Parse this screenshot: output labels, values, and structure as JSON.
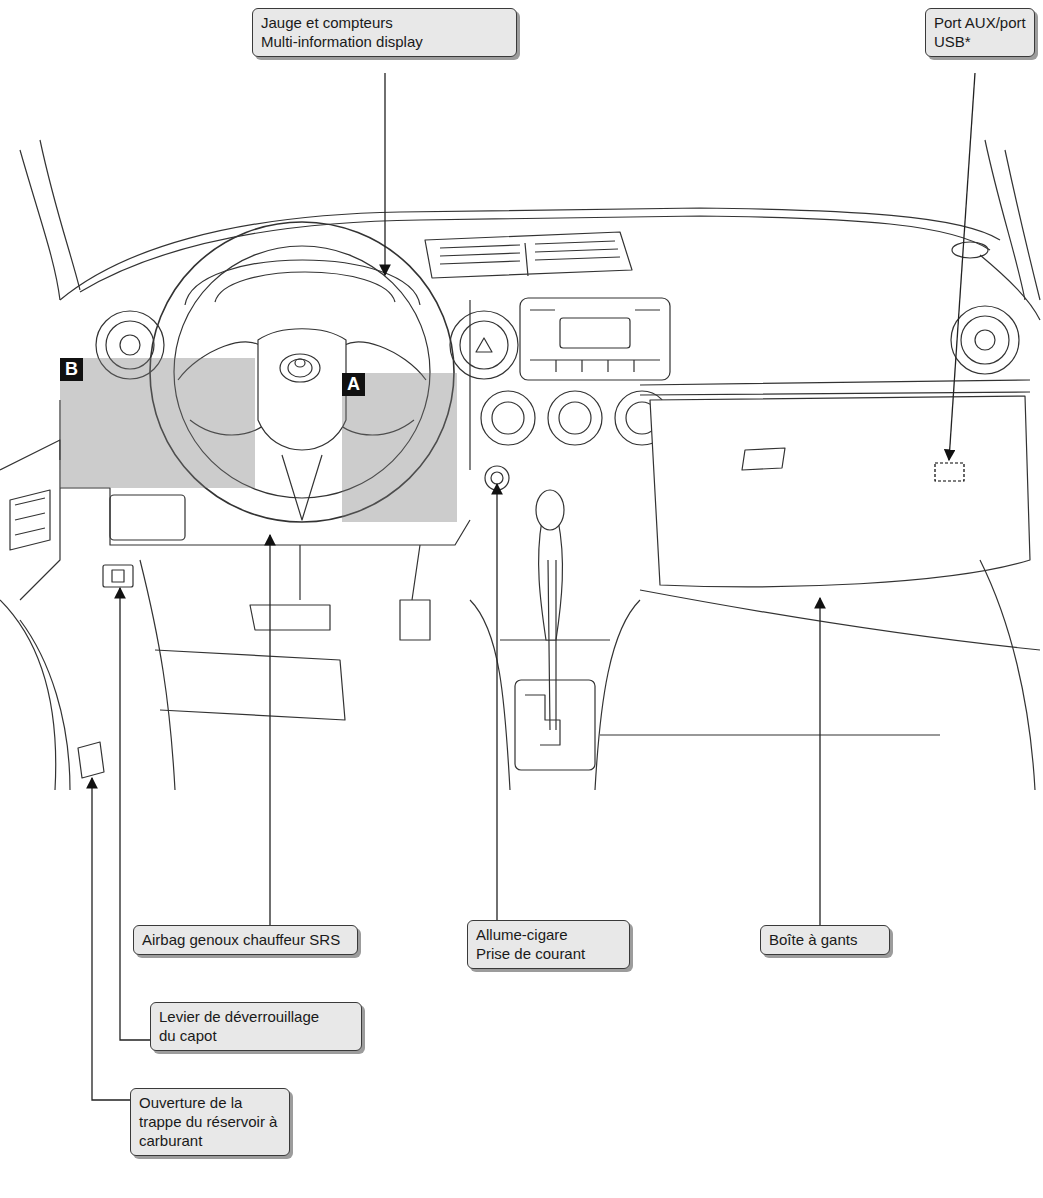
{
  "diagram": {
    "nodes": [
      {
        "text": [
          "Jauge et compteurs",
          "Multi-information display"
        ]
      },
      {
        "text": [
          "Port AUX/port USB*"
        ]
      },
      {
        "text": [
          "B"
        ]
      },
      {
        "text": [
          "A"
        ]
      },
      {
        "text": [
          "Airbag genoux chauffeur SRS"
        ]
      },
      {
        "text": [
          "Allume-cigare",
          "Prise de courant"
        ]
      },
      {
        "text": [
          "Boîte à gants"
        ]
      },
      {
        "text": [
          "Levier de déverrouillage du capot"
        ]
      },
      {
        "text": [
          "Ouverture de la trappe du réservoir à carburant"
        ]
      }
    ]
  }
}
